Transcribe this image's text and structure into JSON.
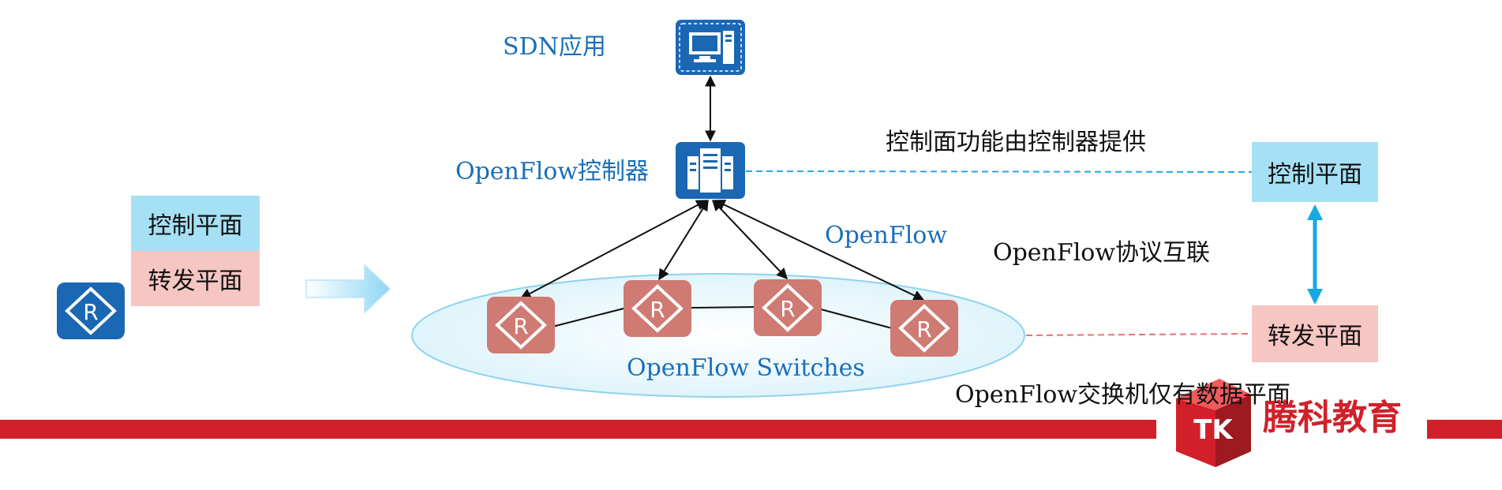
{
  "labels": {
    "sdn_app": "SDN应用",
    "controller": "OpenFlow控制器",
    "openflow": "OpenFlow",
    "switches": "OpenFlow Switches",
    "control_note": "控制面功能由控制器提供",
    "protocol_note": "OpenFlow协议互联",
    "switch_note": "OpenFlow交换机仅有数据平面"
  },
  "legacy_device": {
    "control_plane": "控制平面",
    "forwarding_plane": "转发平面"
  },
  "sdn_planes": {
    "control_plane": "控制平面",
    "forwarding_plane": "转发平面"
  },
  "router_symbol": "R",
  "brand": {
    "logo_text": "TK",
    "name": "腾科教育"
  },
  "colors": {
    "blue_device": "#1a67b3",
    "switch_red": "#cf7a72",
    "control_bg": "#a6e0f5",
    "forward_bg": "#f6c6c2",
    "brand_red": "#d2202a",
    "text_blue": "#1a6fb8",
    "dashed_blue": "#2aa7dc",
    "dashed_red": "#e57373"
  }
}
